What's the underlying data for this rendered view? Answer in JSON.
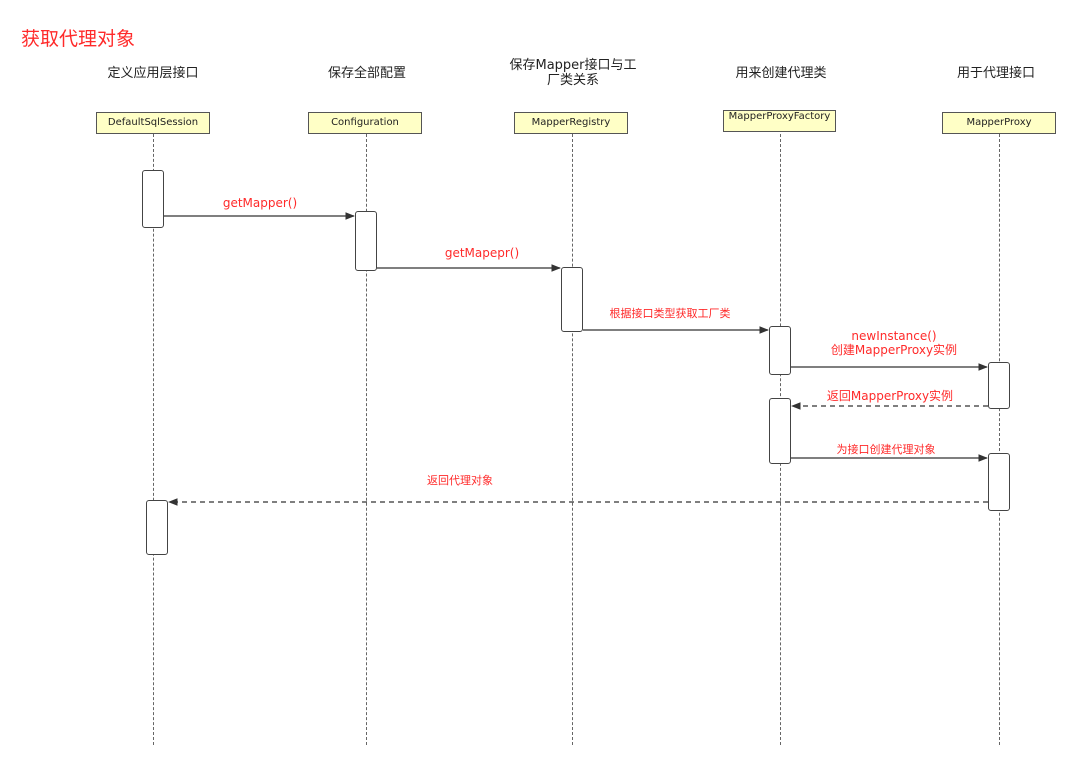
{
  "title": "获取代理对象",
  "participants": [
    {
      "role": "定义应用层接口",
      "box": "DefaultSqlSession"
    },
    {
      "role": "保存全部配置",
      "box": "Configuration"
    },
    {
      "role": "保存Mapper接口与工厂类关系",
      "box": "MapperRegistry"
    },
    {
      "role": "用来创建代理类",
      "box": "MapperProxyFactory"
    },
    {
      "role": "用于代理接口",
      "box": "MapperProxy"
    }
  ],
  "messages": [
    {
      "label": "getMapper()",
      "style": "solid"
    },
    {
      "label": "getMapepr()",
      "style": "solid"
    },
    {
      "label": "根据接口类型获取工厂类",
      "style": "solid"
    },
    {
      "label": "newInstance()\n创建MapperProxy实例",
      "style": "solid"
    },
    {
      "label": "返回MapperProxy实例",
      "style": "dashed"
    },
    {
      "label": "为接口创建代理对象",
      "style": "solid"
    },
    {
      "label": "返回代理对象",
      "style": "dashed"
    }
  ],
  "colors": {
    "accent": "#ff2a2a",
    "box_fill": "#ffffc6",
    "line": "#444444"
  }
}
